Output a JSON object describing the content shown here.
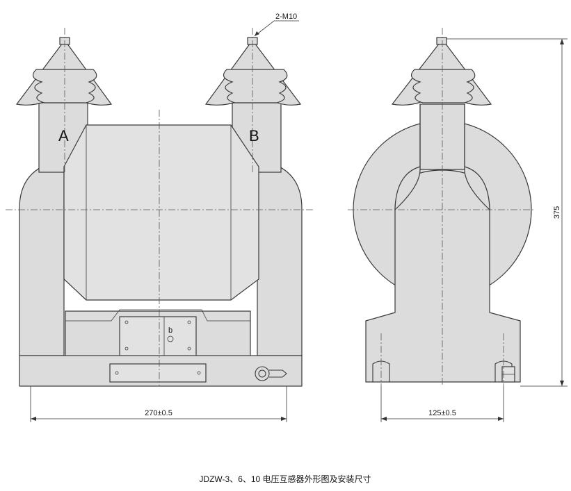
{
  "labels": {
    "terminal_a": "A",
    "terminal_b": "B",
    "bolt_spec": "2-M10",
    "secondary_terminal": "b"
  },
  "dimensions": {
    "front_width": "270±0.5",
    "side_width": "125±0.5",
    "height": "375"
  },
  "caption": "JDZW-3、6、10 电压互感器外形图及安装尺寸",
  "colors": {
    "body_fill": "#dcdcdc",
    "outline": "#3a3a3a"
  }
}
